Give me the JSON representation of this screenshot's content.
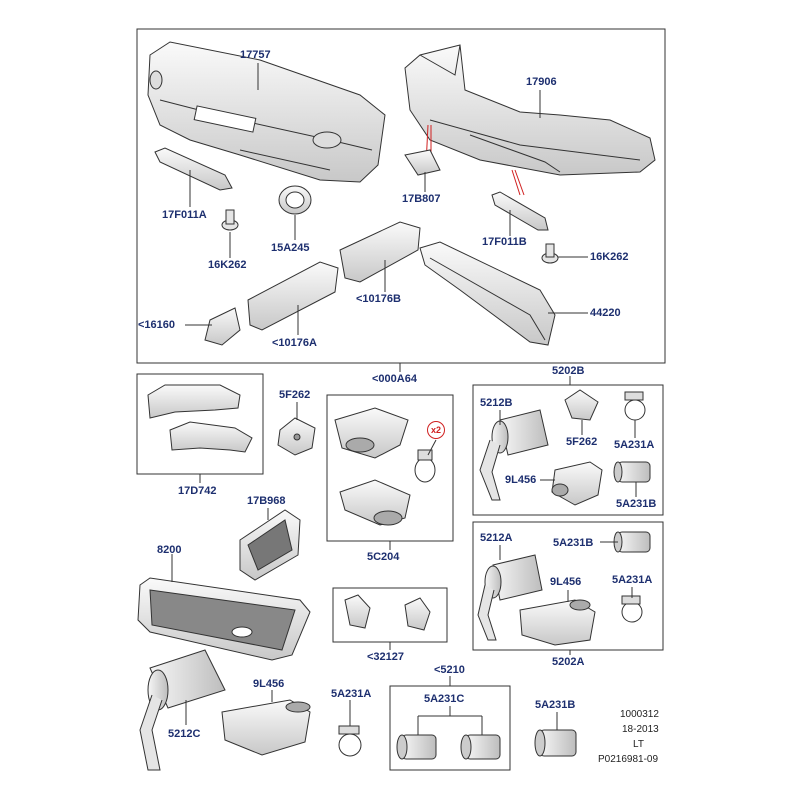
{
  "labels": {
    "front_bumper": "17757",
    "rear_bumper": "17906",
    "front_grille_strip": "17F011A",
    "rear_grille_strip": "17F011B",
    "rear_bracket": "17B807",
    "clip_front": "16K262",
    "clip_rear": "16K262",
    "fog_bezel": "15A245",
    "sill_moulding_b": "<10176B",
    "sill_moulding_a": "<10176A",
    "mudflap": "<16160",
    "rear_spoiler": "44220",
    "body_kit": "<000A64",
    "mirror_caps": "17D742",
    "bracket_5f262_left": "5F262",
    "side_vent": "17B968",
    "tailpipe_kit": "5C204",
    "qty_badge": "x2",
    "grille": "8200",
    "exhaust_kit_b": "5202B",
    "muffler_b": "5212B",
    "bracket_5f262_right": "5F262",
    "clamp_5a231a_top": "5A231A",
    "tailpipe_9l456_b": "9L456",
    "clamp_5a231b_top": "5A231B",
    "muffler_a": "5212A",
    "clamp_5a231b_mid": "5A231B",
    "tailpipe_9l456_a": "9L456",
    "clamp_5a231a_mid": "5A231A",
    "exhaust_kit_a": "5202A",
    "bracket_kit": "<32127",
    "clamp_kit": "<5210",
    "clamp_5a231c": "5A231C",
    "muffler_c": "5212C",
    "tailpipe_9l456_c": "9L456",
    "clamp_5a231a_bottom": "5A231A",
    "clamp_5a231b_bottom": "5A231B"
  },
  "footer": {
    "line1": "1000312",
    "line2": "18-2013",
    "line3": "LT",
    "line4": "P0216981-09"
  },
  "colors": {
    "label": "#1d2f6f",
    "leader_red": "#d02020",
    "part_fill": "#f2f2f2",
    "part_shade": "#c9c9c9",
    "outline": "#333333"
  }
}
